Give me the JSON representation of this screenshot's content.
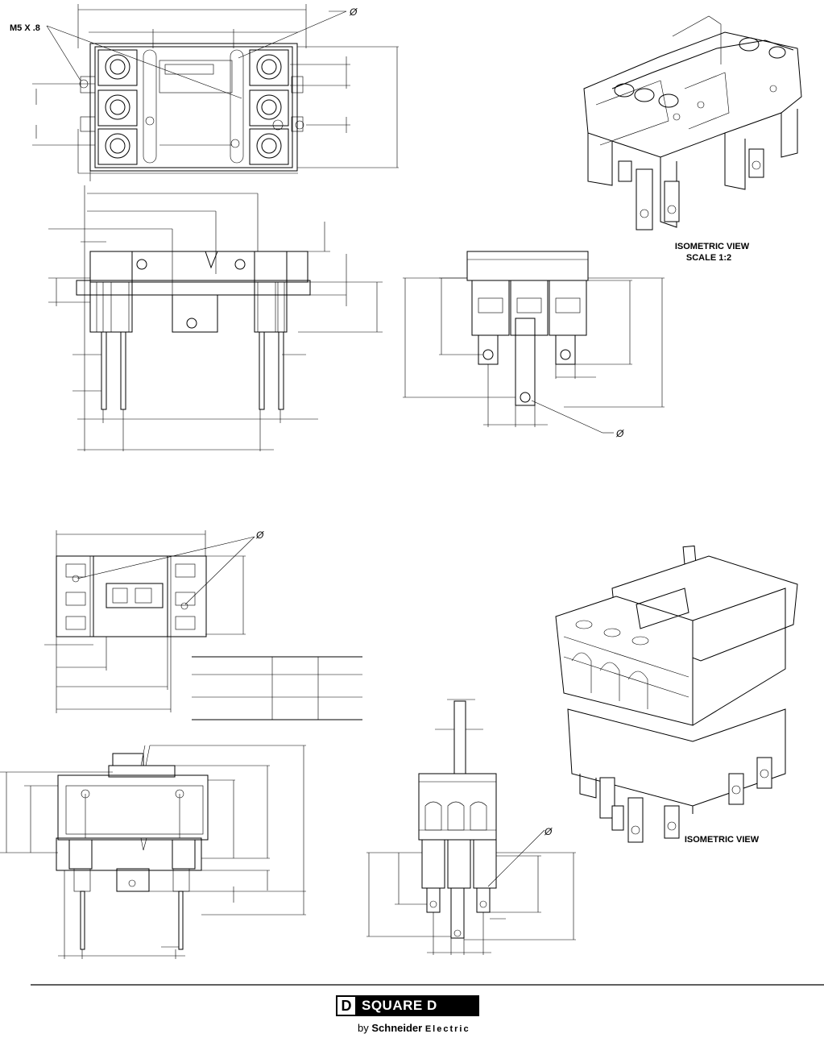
{
  "labels": {
    "thread_callout": "M5 X .8",
    "diameter_symbol": "Ø",
    "iso_view_scaled_line1": "ISOMETRIC VIEW",
    "iso_view_scaled_line2": "SCALE  1:2",
    "iso_view": "ISOMETRIC VIEW"
  },
  "logo": {
    "letter": "D",
    "name": "SQUARE D",
    "by": "by",
    "company_a": "Schneider",
    "company_b": "Electric"
  }
}
